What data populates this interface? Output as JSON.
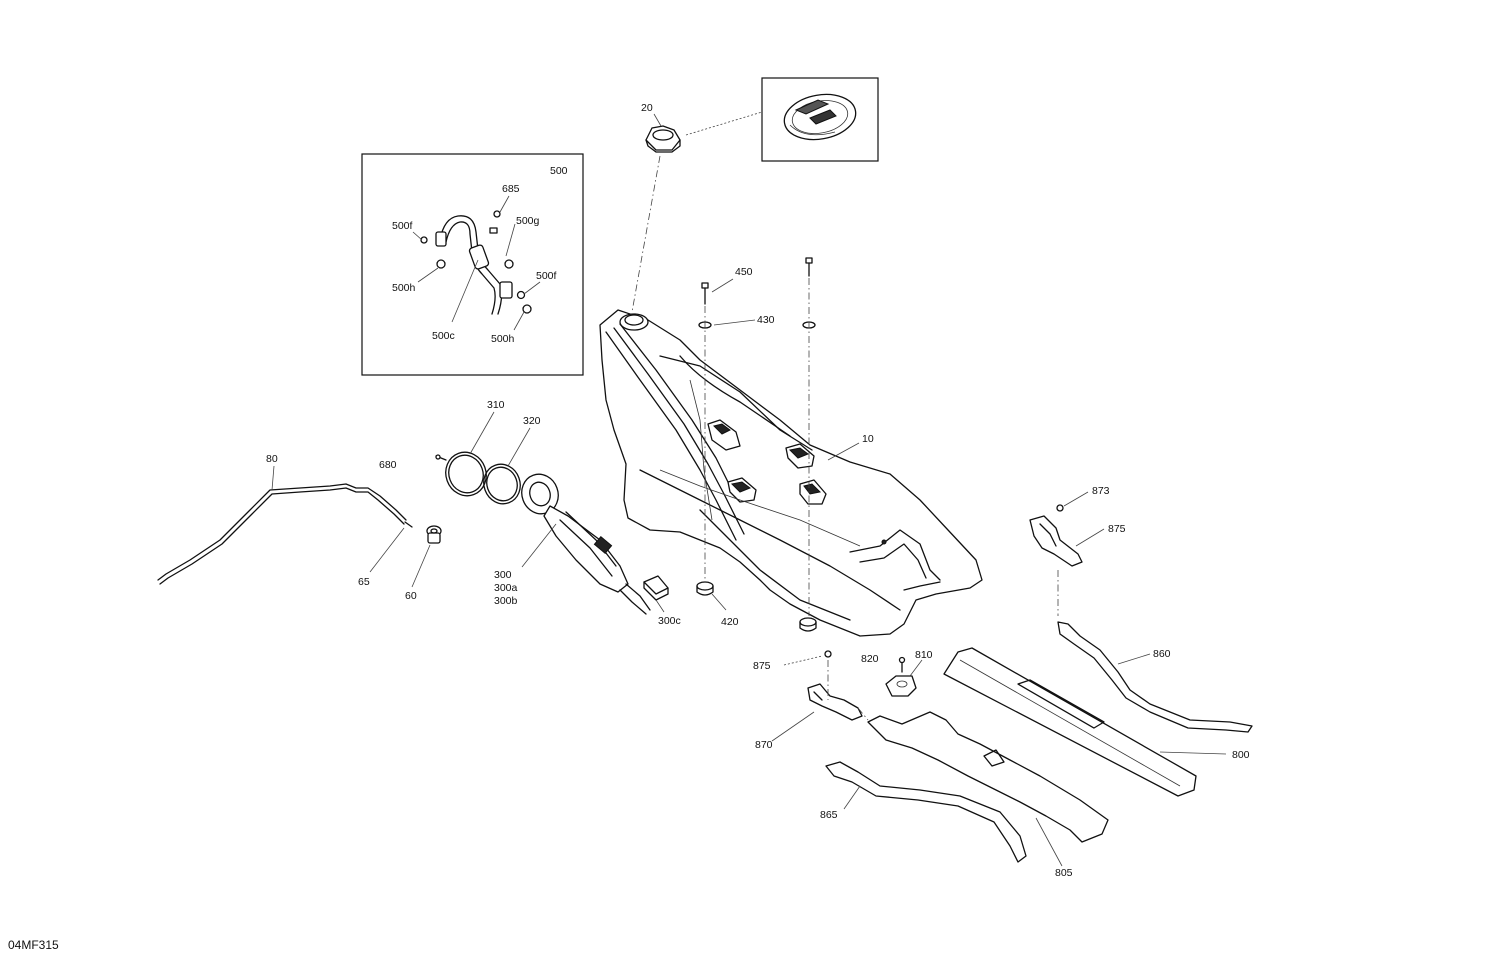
{
  "drawing_code": "04MF315",
  "callouts": {
    "c10": "10",
    "c20": "20",
    "c60": "60",
    "c65": "65",
    "c80": "80",
    "c300": "300",
    "c300a": "300a",
    "c300b": "300b",
    "c300c": "300c",
    "c310": "310",
    "c320": "320",
    "c420": "420",
    "c430": "430",
    "c450": "450",
    "c500": "500",
    "c500c": "500c",
    "c500f_a": "500f",
    "c500f_b": "500f",
    "c500g": "500g",
    "c500h_a": "500h",
    "c500h_b": "500h",
    "c680": "680",
    "c685": "685",
    "c800": "800",
    "c805": "805",
    "c810": "810",
    "c820": "820",
    "c860": "860",
    "c865": "865",
    "c870": "870",
    "c873": "873",
    "c875_a": "875",
    "c875_b": "875"
  }
}
